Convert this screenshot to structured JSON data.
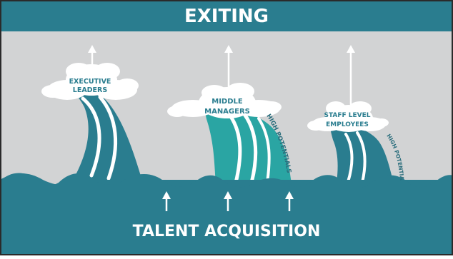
{
  "header": {
    "title": "EXITING"
  },
  "footer": {
    "title": "TALENT ACQUISITION"
  },
  "clouds": {
    "executive": [
      "EXECUTIVE",
      "LEADERS"
    ],
    "middle": [
      "MIDDLE",
      "MANAGERS"
    ],
    "staff": [
      "STAFF LEVEL",
      "EMPLOYEES"
    ]
  },
  "curved_labels": {
    "middle": "HIGH POTENTIALS",
    "staff": "HIGH POTENTIALS"
  },
  "colors": {
    "dark_teal": "#2a7d8f",
    "light_teal": "#2aa5a3",
    "sky_grey": "#d2d3d4",
    "white": "#ffffff",
    "border": "#2a2a2a"
  }
}
